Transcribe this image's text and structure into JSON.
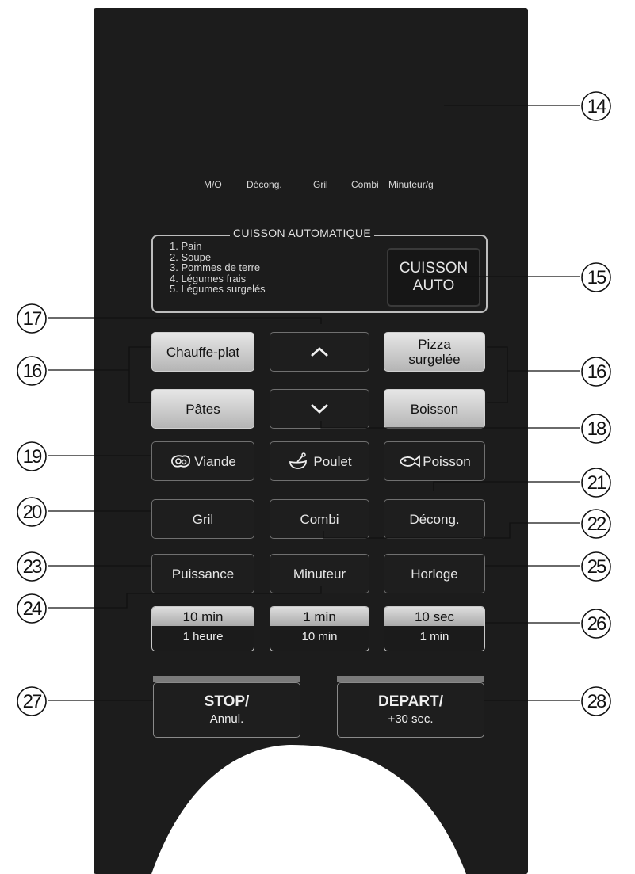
{
  "indicators": [
    "M/O",
    "Décong.",
    "Gril",
    "Combi",
    "Minuteur/g"
  ],
  "auto_cook": {
    "title": "CUISSON AUTOMATIQUE",
    "items": [
      "1. Pain",
      "2. Soupe",
      "3. Pommes de terre",
      "4. Légumes frais",
      "5. Légumes surgelés"
    ],
    "button_line1": "CUISSON",
    "button_line2": "AUTO"
  },
  "buttons": {
    "chauffe_plat": "Chauffe-plat",
    "pates": "Pâtes",
    "pizza_line1": "Pizza",
    "pizza_line2": "surgelée",
    "boisson": "Boisson",
    "up_arrow": "^",
    "down_arrow": "v",
    "viande": "Viande",
    "poulet": "Poulet",
    "poisson": "Poisson",
    "gril": "Gril",
    "combi": "Combi",
    "decong": "Décong.",
    "puissance": "Puissance",
    "minuteur": "Minuteur",
    "horloge": "Horloge",
    "time_10min": "10 min",
    "time_1heure": "1 heure",
    "time_1min": "1 min",
    "time_10min_b": "10 min",
    "time_10sec": "10 sec",
    "time_1min_b": "1 min",
    "stop_line1": "STOP/",
    "stop_line2": "Annul.",
    "depart_line1": "DEPART/",
    "depart_line2": "+30 sec."
  },
  "callouts": [
    "14",
    "15",
    "16",
    "16",
    "17",
    "18",
    "19",
    "20",
    "21",
    "22",
    "23",
    "24",
    "25",
    "26",
    "27",
    "28"
  ]
}
